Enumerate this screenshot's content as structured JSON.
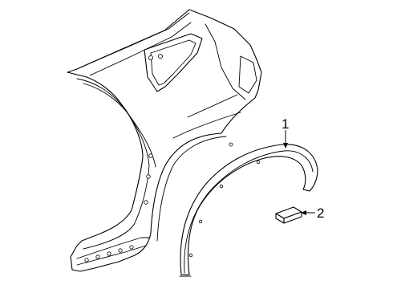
{
  "callouts": [
    {
      "number": "1",
      "part": "wheel-opening-molding"
    },
    {
      "number": "2",
      "part": "molding-clip"
    }
  ],
  "colors": {
    "line": "#000000",
    "background": "#ffffff"
  }
}
